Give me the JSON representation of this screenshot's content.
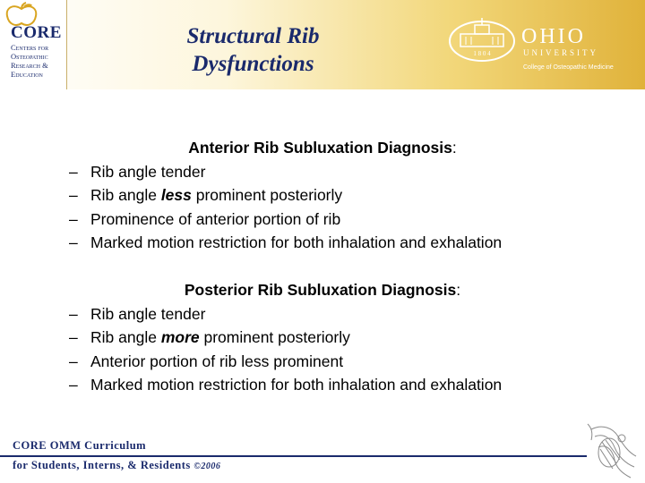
{
  "logo": {
    "core_word": "CORE",
    "core_lines": [
      "Centers for",
      "Osteopathic",
      "Research &",
      "Education"
    ]
  },
  "title": [
    "Structural Rib",
    "Dysfunctions"
  ],
  "ohio": {
    "name": "OHIO",
    "university": "UNIVERSITY",
    "college": "College of Osteopathic Medicine",
    "seal_year": "1 8 0 4"
  },
  "sections": [
    {
      "heading": "Anterior Rib Subluxation Diagnosis",
      "heading_suffix": ":",
      "items": [
        {
          "before": "Rib angle tender",
          "emph": "",
          "after": ""
        },
        {
          "before": "Rib angle ",
          "emph": "less",
          "after": " prominent posteriorly"
        },
        {
          "before": "Prominence of anterior portion of rib",
          "emph": "",
          "after": ""
        },
        {
          "before": "Marked motion restriction for both inhalation and exhalation",
          "emph": "",
          "after": ""
        }
      ]
    },
    {
      "heading": "Posterior Rib Subluxation Diagnosis",
      "heading_suffix": ":",
      "items": [
        {
          "before": "Rib angle tender",
          "emph": "",
          "after": ""
        },
        {
          "before": "Rib angle ",
          "emph": "more",
          "after": " prominent posteriorly"
        },
        {
          "before": "Anterior portion of rib less prominent",
          "emph": "",
          "after": ""
        },
        {
          "before": "Marked motion restriction for both inhalation and exhalation",
          "emph": "",
          "after": ""
        }
      ]
    }
  ],
  "bullet": "–",
  "footer": {
    "line1": "CORE OMM Curriculum",
    "line2": "for Students, Interns, & Residents ",
    "copyright": "©2006"
  },
  "colors": {
    "navy": "#1a2a6c",
    "gold": "#e0b23a"
  }
}
